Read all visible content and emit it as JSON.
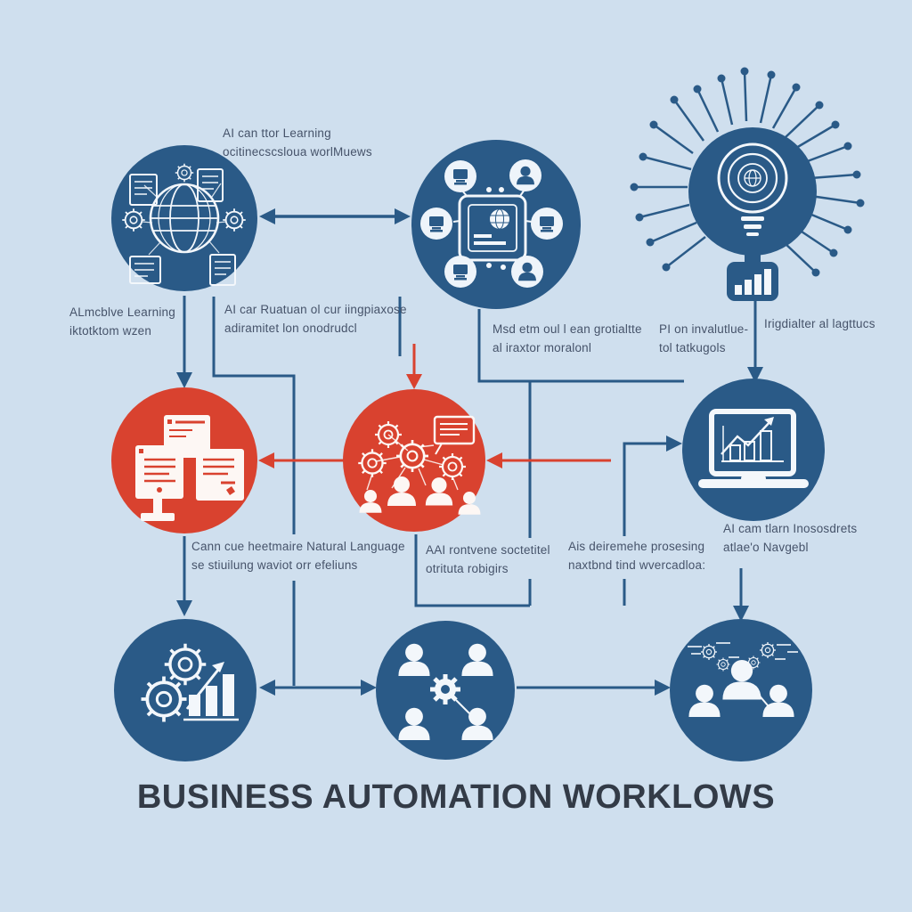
{
  "title": "BUSINESS AUTOMATION WORKLOWS",
  "colors": {
    "background": "#cfdfee",
    "node_blue": "#2a5a87",
    "node_red": "#d9422f",
    "arrow_blue": "#2a5a87",
    "arrow_red": "#d9422f",
    "label_text": "#46536a",
    "title_text": "#333b47"
  },
  "labels": {
    "top": "AI can ttor Learning\nocitinecscsloua worlMuews",
    "ml_left": "ALmcblve Learning\niktotktom wzen",
    "ml_right": "AI car Ruatuan ol cur iingpiaxose\nadiramitet lon onodrudcl",
    "mc": "Msd etm oul l ean grotialtte\nal iraxtor moralonl",
    "pi": "PI on invalutlue-\ntol tatkugols",
    "tr": "Irigdialter al lagttucs",
    "mr": "AI cam tlarn Inososdrets\natlae'o Navgebl",
    "bl": "Cann cue heetmaire Natural Language\nse stiuilung waviot orr efeliuns",
    "bc_left": "AAI rontvene soctetitel\notrituta robigirs",
    "bc_right": "Ais deiremehe prosesing\nnaxtbnd tind wvercadloa:"
  },
  "nodes": [
    {
      "id": "global-network",
      "icon": "globe-network-icon",
      "color": "#2a5a87",
      "shape": "circle"
    },
    {
      "id": "central-platform",
      "icon": "chip-connections-icon",
      "color": "#2a5a87",
      "shape": "circle"
    },
    {
      "id": "idea-circuit",
      "icon": "lightbulb-circuit-icon",
      "color": "#2a5a87",
      "shape": "burst"
    },
    {
      "id": "documents",
      "icon": "documents-icon",
      "color": "#d9422f",
      "shape": "circle"
    },
    {
      "id": "automation-gears",
      "icon": "gears-team-icon",
      "color": "#d9422f",
      "shape": "circle"
    },
    {
      "id": "analytics-laptop",
      "icon": "laptop-chart-icon",
      "color": "#2a5a87",
      "shape": "circle"
    },
    {
      "id": "growth-gears",
      "icon": "gears-growth-chart-icon",
      "color": "#2a5a87",
      "shape": "circle"
    },
    {
      "id": "team-gear",
      "icon": "team-gear-icon",
      "color": "#2a5a87",
      "shape": "circle"
    },
    {
      "id": "team-collaboration",
      "icon": "team-network-icon",
      "color": "#2a5a87",
      "shape": "circle"
    }
  ],
  "connectors": [
    {
      "from": "global-network",
      "to": "central-platform",
      "style": "double-arrow",
      "color": "#2a5a87"
    },
    {
      "from": "global-network",
      "to": "documents",
      "style": "arrow-down",
      "color": "#2a5a87"
    },
    {
      "from": "global-network",
      "to": "bottom-row",
      "style": "elbow-line",
      "color": "#2a5a87"
    },
    {
      "from": "top",
      "to": "automation-gears",
      "style": "arrow-down",
      "color": "#d9422f"
    },
    {
      "from": "automation-gears",
      "to": "documents",
      "style": "arrow-left",
      "color": "#d9422f"
    },
    {
      "from": "right-column",
      "to": "automation-gears",
      "style": "arrow-left",
      "color": "#d9422f"
    },
    {
      "from": "central-platform",
      "to": "analytics-laptop",
      "style": "elbow-line",
      "color": "#2a5a87"
    },
    {
      "from": "automation-gears",
      "to": "analytics-laptop",
      "style": "elbow-arrow",
      "color": "#2a5a87"
    },
    {
      "from": "idea-circuit",
      "to": "analytics-laptop",
      "style": "arrow-down",
      "color": "#2a5a87"
    },
    {
      "from": "documents",
      "to": "growth-gears",
      "style": "arrow-down",
      "color": "#2a5a87"
    },
    {
      "from": "analytics-laptop",
      "to": "team-collaboration",
      "style": "arrow-down",
      "color": "#2a5a87"
    },
    {
      "from": "growth-gears",
      "to": "team-gear",
      "style": "double-arrow",
      "color": "#2a5a87"
    },
    {
      "from": "team-gear",
      "to": "team-collaboration",
      "style": "arrow-right",
      "color": "#2a5a87"
    }
  ]
}
